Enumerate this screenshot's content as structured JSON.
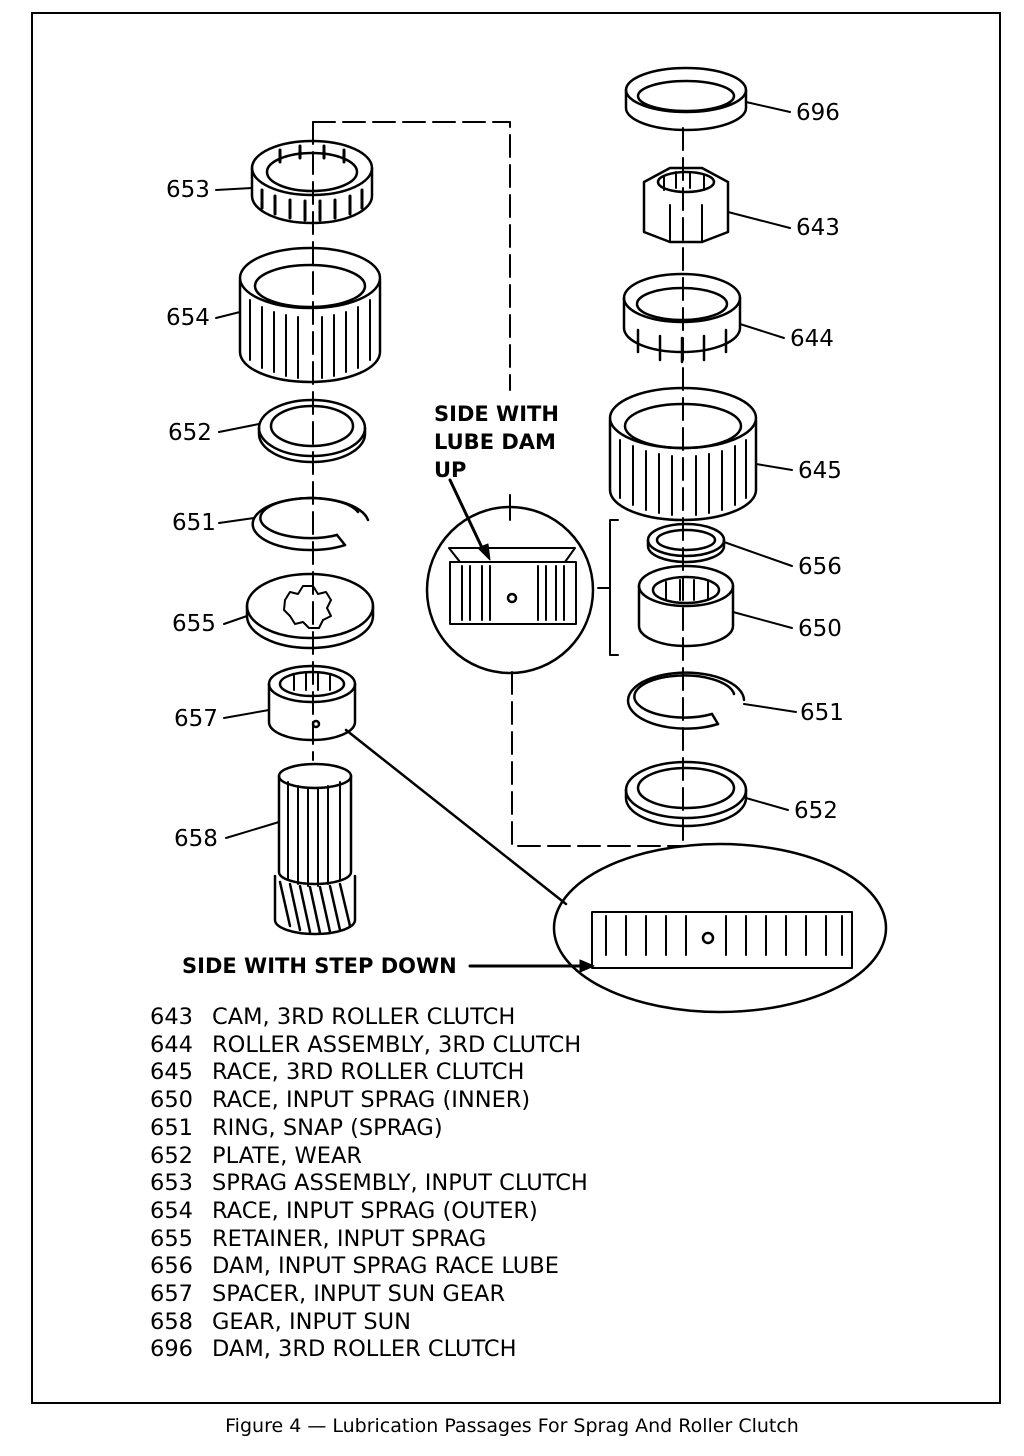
{
  "callouts": [
    {
      "id": "653",
      "text": "653"
    },
    {
      "id": "654",
      "text": "654"
    },
    {
      "id": "652a",
      "text": "652"
    },
    {
      "id": "651a",
      "text": "651"
    },
    {
      "id": "655",
      "text": "655"
    },
    {
      "id": "657",
      "text": "657"
    },
    {
      "id": "658",
      "text": "658"
    },
    {
      "id": "696",
      "text": "696"
    },
    {
      "id": "643",
      "text": "643"
    },
    {
      "id": "644",
      "text": "644"
    },
    {
      "id": "645",
      "text": "645"
    },
    {
      "id": "656",
      "text": "656"
    },
    {
      "id": "650",
      "text": "650"
    },
    {
      "id": "651b",
      "text": "651"
    },
    {
      "id": "652b",
      "text": "652"
    }
  ],
  "notes": {
    "lube_dam_line1": "SIDE WITH",
    "lube_dam_line2": "LUBE DAM",
    "lube_dam_line3": "UP",
    "step_down": "SIDE WITH STEP DOWN"
  },
  "legend": [
    {
      "num": "643",
      "desc": "CAM, 3RD ROLLER CLUTCH"
    },
    {
      "num": "644",
      "desc": "ROLLER ASSEMBLY, 3RD CLUTCH"
    },
    {
      "num": "645",
      "desc": "RACE, 3RD ROLLER CLUTCH"
    },
    {
      "num": "650",
      "desc": "RACE, INPUT SPRAG (INNER)"
    },
    {
      "num": "651",
      "desc": "RING, SNAP (SPRAG)"
    },
    {
      "num": "652",
      "desc": "PLATE, WEAR"
    },
    {
      "num": "653",
      "desc": "SPRAG ASSEMBLY, INPUT CLUTCH"
    },
    {
      "num": "654",
      "desc": "RACE, INPUT SPRAG (OUTER)"
    },
    {
      "num": "655",
      "desc": "RETAINER, INPUT SPRAG"
    },
    {
      "num": "656",
      "desc": "DAM, INPUT SPRAG RACE LUBE"
    },
    {
      "num": "657",
      "desc": "SPACER, INPUT SUN GEAR"
    },
    {
      "num": "658",
      "desc": "GEAR, INPUT SUN"
    },
    {
      "num": "696",
      "desc": "DAM, 3RD ROLLER CLUTCH"
    }
  ],
  "caption": "Figure 4 — Lubrication Passages For Sprag And Roller Clutch"
}
